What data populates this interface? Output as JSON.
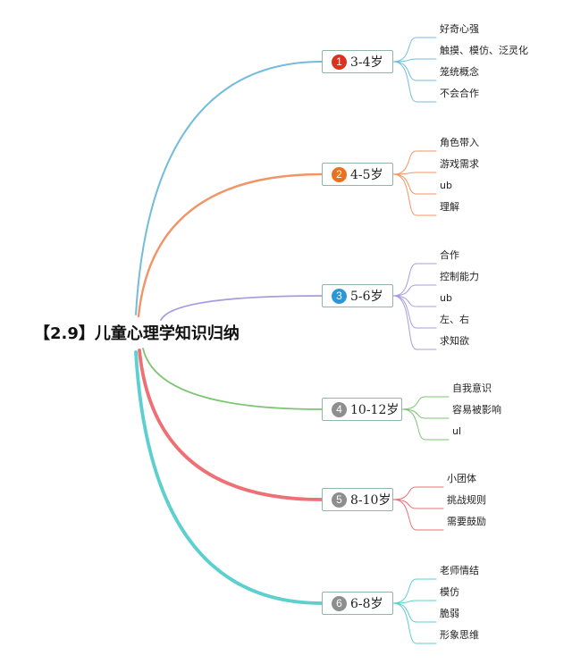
{
  "root": {
    "title": "【2.9】儿童心理学知识归纳"
  },
  "branches": [
    {
      "number": "1",
      "label": "3-4岁",
      "badge_color": "#d9321f",
      "line_color": "#74bcdd",
      "leaves": [
        "好奇心强",
        "触摸、模仿、泛灵化",
        "笼统概念",
        "不会合作"
      ]
    },
    {
      "number": "2",
      "label": "4-5岁",
      "badge_color": "#e8701e",
      "line_color": "#f0956a",
      "leaves": [
        "角色带入",
        "游戏需求",
        "ub",
        "理解"
      ]
    },
    {
      "number": "3",
      "label": "5-6岁",
      "badge_color": "#2b97d8",
      "line_color": "#a99be0",
      "leaves": [
        "合作",
        "控制能力",
        "ub",
        "左、右",
        "求知欲"
      ]
    },
    {
      "number": "4",
      "label": "10-12岁",
      "badge_color": "#8e8e8e",
      "line_color": "#7cc572",
      "leaves": [
        "自我意识",
        "容易被影响",
        "ul"
      ]
    },
    {
      "number": "5",
      "label": "8-10岁",
      "badge_color": "#8e8e8e",
      "line_color": "#ee6f74",
      "leaves": [
        "小团体",
        "挑战规则",
        "需要鼓励"
      ]
    },
    {
      "number": "6",
      "label": "6-8岁",
      "badge_color": "#8e8e8e",
      "line_color": "#5ccfcf",
      "leaves": [
        "老师情结",
        "模仿",
        "脆弱",
        "形象思维"
      ]
    }
  ]
}
